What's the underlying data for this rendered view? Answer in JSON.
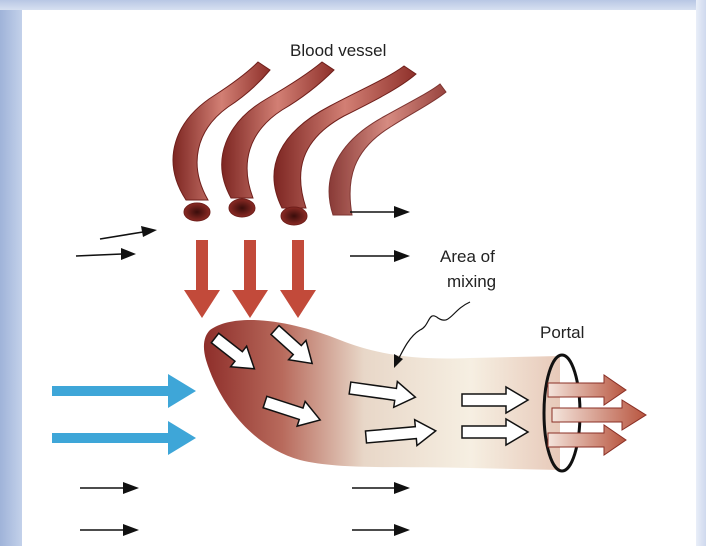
{
  "labels": {
    "blood_vessel": "Blood vessel",
    "area_line1": "Area of",
    "area_line2": "mixing",
    "portal": "Portal"
  },
  "colors": {
    "vessel": "#a9403a",
    "down_arrow": "#c24a3a",
    "inflow_arrow": "#3ea6d8",
    "small_arrow": "#111111",
    "outflow_arrow": "#b8553f"
  }
}
